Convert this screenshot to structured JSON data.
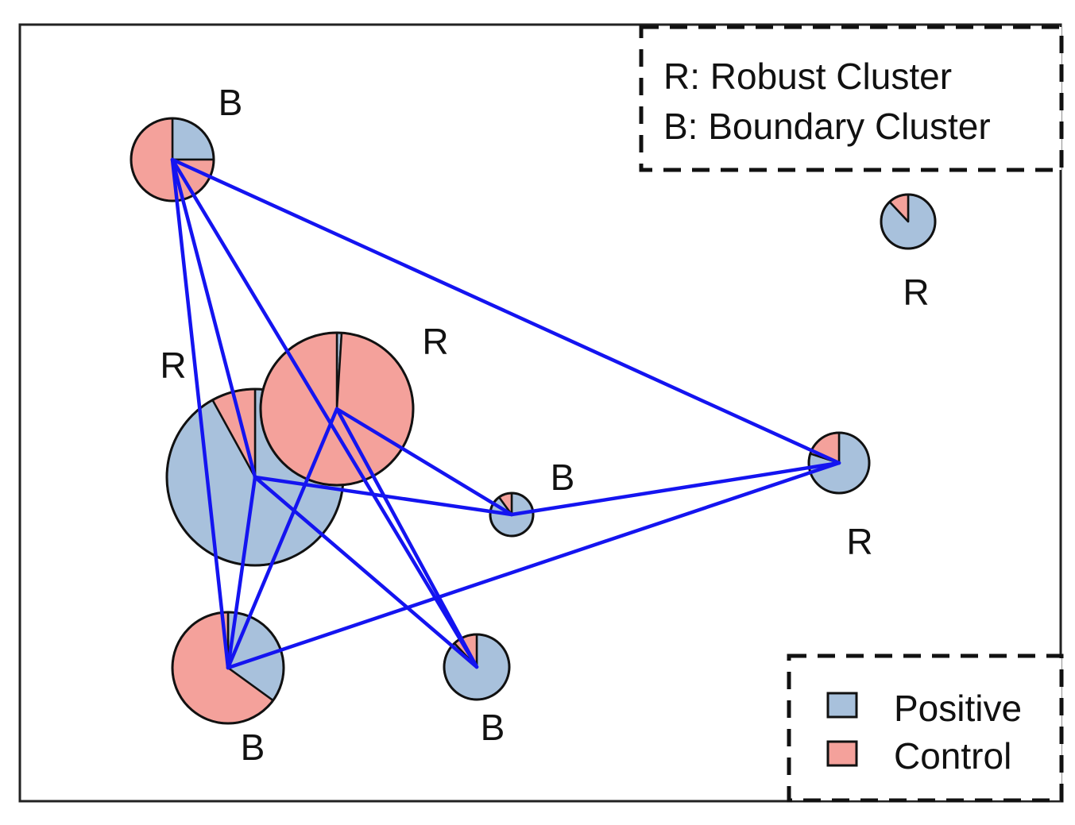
{
  "colors": {
    "positive": "#a8c1dc",
    "control": "#f4a19b",
    "edge": "#1414f0",
    "outline": "#111111"
  },
  "cluster_key": {
    "robust": "R: Robust Cluster",
    "boundary": "B: Boundary Cluster"
  },
  "legend": {
    "positive": "Positive",
    "control": "Control"
  },
  "clusters": [
    {
      "id": "c1",
      "label": "B",
      "positive_fraction": 0.25
    },
    {
      "id": "c2",
      "label": "R",
      "positive_fraction": 0.92
    },
    {
      "id": "c3",
      "label": "R",
      "positive_fraction": 0.01
    },
    {
      "id": "c4",
      "label": "R",
      "positive_fraction": 0.88
    },
    {
      "id": "c5",
      "label": "B",
      "positive_fraction": 0.9
    },
    {
      "id": "c6",
      "label": "R",
      "positive_fraction": 0.8
    },
    {
      "id": "c7",
      "label": "B",
      "positive_fraction": 0.35
    },
    {
      "id": "c8",
      "label": "B",
      "positive_fraction": 0.88
    }
  ],
  "edges": [
    [
      "c1",
      "c6"
    ],
    [
      "c1",
      "c2"
    ],
    [
      "c1",
      "c7"
    ],
    [
      "c1",
      "c8"
    ],
    [
      "c3",
      "c7"
    ],
    [
      "c3",
      "c5"
    ],
    [
      "c3",
      "c8"
    ],
    [
      "c2",
      "c5"
    ],
    [
      "c2",
      "c8"
    ],
    [
      "c2",
      "c7"
    ],
    [
      "c5",
      "c6"
    ],
    [
      "c6",
      "c7"
    ]
  ]
}
